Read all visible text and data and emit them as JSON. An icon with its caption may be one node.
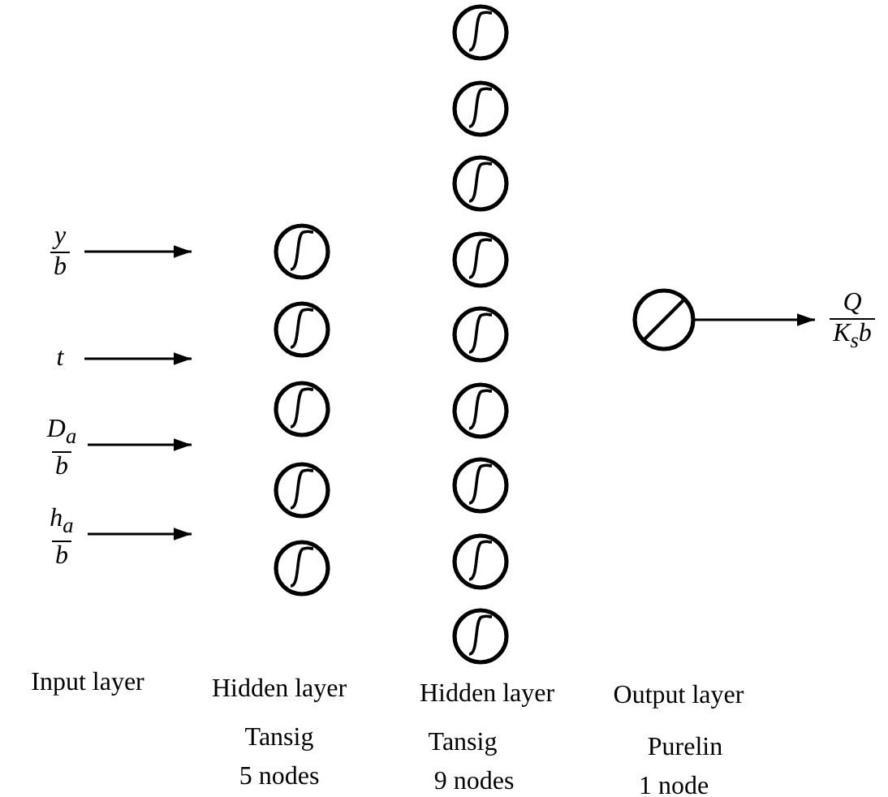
{
  "diagram": {
    "nodes": [
      {
        "text": [
          "y",
          "b"
        ]
      },
      {
        "text": [
          "t"
        ]
      },
      {
        "text": [
          "D$_{a}$",
          "b"
        ]
      },
      {
        "text": [
          "h$_{a}$",
          "b"
        ]
      },
      {
        "text": [],
        "shape": "circle"
      },
      {
        "text": [],
        "shape": "circle"
      },
      {
        "text": [],
        "shape": "circle"
      },
      {
        "text": [],
        "shape": "circle"
      },
      {
        "text": [],
        "shape": "circle"
      },
      {
        "text": [],
        "shape": "circle"
      },
      {
        "text": [],
        "shape": "circle"
      },
      {
        "text": [],
        "shape": "circle"
      },
      {
        "text": [],
        "shape": "circle"
      },
      {
        "text": [],
        "shape": "circle"
      },
      {
        "text": [],
        "shape": "circle"
      },
      {
        "text": [],
        "shape": "circle"
      },
      {
        "text": [],
        "shape": "circle"
      },
      {
        "text": [],
        "shape": "circle"
      },
      {
        "text": [],
        "shape": "circle"
      },
      {
        "text": [
          "Q",
          "K$_{s}$b"
        ]
      }
    ],
    "edges": [
      {
        "from": 0,
        "to": null,
        "arrow": "to"
      },
      {
        "from": 1,
        "to": null,
        "arrow": "to"
      },
      {
        "from": 2,
        "to": null,
        "arrow": "to"
      },
      {
        "from": 3,
        "to": null,
        "arrow": "to"
      },
      {
        "from": 18,
        "to": 19,
        "arrow": "to"
      }
    ],
    "labels": [
      "Input layer",
      "Hidden layer",
      "Tansig",
      "5 nodes",
      "Hidden layer",
      "Tansig",
      "9 nodes",
      "Output layer",
      "Purelin",
      "1 node"
    ]
  }
}
